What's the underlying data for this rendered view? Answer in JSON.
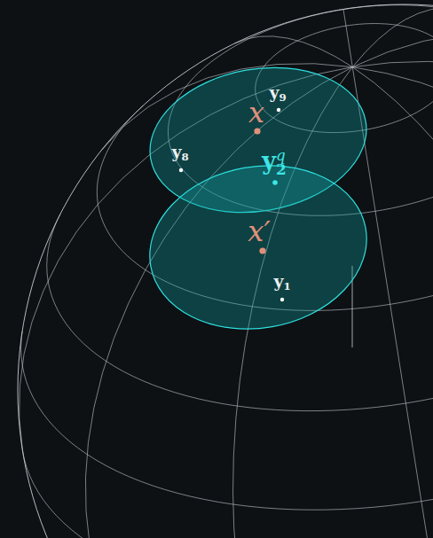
{
  "diagram": {
    "labels": [
      "x",
      "y9",
      "y8",
      "y2q",
      "x′",
      "y1"
    ]
  }
}
